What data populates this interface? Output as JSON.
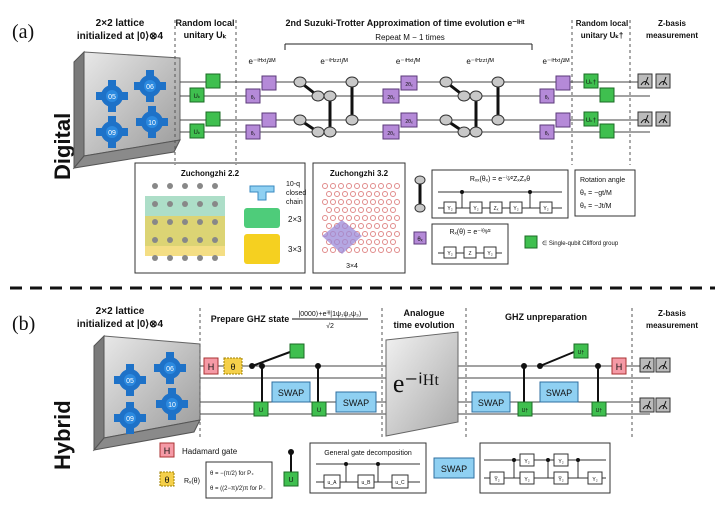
{
  "colors": {
    "purple": "#b58ad8",
    "green": "#3fbf4f",
    "blue_swap": "#8fd0f2",
    "pink_h": "#f59aa6",
    "yellow_theta": "#f5d04a",
    "chip_blue": "#1e72c8",
    "grey_box": "#c8c8c8"
  },
  "panel_a": {
    "label": "(a)",
    "side_label": "Digital",
    "lattice_title_1": "2×2 lattice",
    "lattice_title_2": "initialized at |0⟩⊗4",
    "random_local_title_1": "Random local",
    "random_local_title_2": "unitary Uₖ",
    "trotter_title": "2nd Suzuki-Trotter Approximation of time evolution e⁻ⁱᴴᵗ",
    "repeat_label": "Repeat M − 1 times",
    "random_local_dag_title_1": "Random local",
    "random_local_dag_title_2": "unitary Uₖ†",
    "z_basis_title_1": "Z-basis",
    "z_basis_title_2": "measurement",
    "exp_first": "e⁻ⁱᴴˣᵗ/²ᴹ",
    "exp_mid1": "e⁻ⁱᴴᶻᶻᵗ/ᴹ",
    "exp_mid2": "e⁻ⁱᴴˣᵗ/ᴹ",
    "exp_mid3": "e⁻ⁱᴴᶻᶻᵗ/ᴹ",
    "exp_last": "e⁻ⁱᴴˣᵗ/²ᴹ",
    "qubit_nums": [
      "05",
      "06",
      "09",
      "10"
    ],
    "gate_u": "Uₖ",
    "gate_udag": "Uₖ†",
    "gate_theta": "θₓ",
    "gate_2theta": "2θₓ",
    "chip22_title": "Zuchongzhi 2.2",
    "chip32_title": "Zuchongzhi 3.2",
    "chain_label": "10-q closed chain",
    "chain_label_1": "10-q",
    "chain_label_2": "closed",
    "chain_label_3": "chain",
    "size_23": "2×3",
    "size_33": "3×3",
    "size_34": "3×4",
    "rzz_formula": "Rₓₓ(θₓ) = e⁻ⁱᶻ⁄²ZₓZₓθ",
    "rx_formula": "Rₓ(θ) = e⁻ⁱᶿˣ⁄²",
    "gate_y2": "Y₂",
    "gate_z": "Z",
    "gate_zθ": "Zₓ",
    "rotation_title": "Rotation angle",
    "rotation_1": "θₓ = −gt/M",
    "rotation_2": "θₓ = −Jt/M",
    "clifford_label": "∈ Single-qubit Clifford group"
  },
  "panel_b": {
    "label": "(b)",
    "side_label": "Hybrid",
    "lattice_title_1": "2×2 lattice",
    "lattice_title_2": "initialized at |0⟩⊗4",
    "ghz_title": "Prepare GHZ state",
    "ghz_formula_num": "|0000⟩+eⁱᶿ|1ψ₁ψ₂ψ₃⟩",
    "ghz_formula_den": "√2",
    "analogue_title_1": "Analogue",
    "analogue_title_2": "time evolution",
    "analogue_box": "e⁻ⁱᴴᵗ",
    "unprep_title": "GHZ unpreparation",
    "z_basis_title_1": "Z-basis",
    "z_basis_title_2": "measurement",
    "qubit_nums": [
      "05",
      "06",
      "09",
      "10"
    ],
    "gate_h": "H",
    "gate_theta": "θ",
    "gate_u": "U",
    "gate_udag": "U†",
    "swap": "SWAP",
    "legend_h": "Hadamard gate",
    "legend_rx": "Rₓ(θ)",
    "legend_theta_1": "θ = −(π/2) for P₊",
    "legend_theta_2": "θ = ((2−π)/2)π for P₋",
    "general_title": "General gate decomposition",
    "uA": "u_A",
    "uB": "u_B",
    "uC": "u_C",
    "gate_y2": "Y₂",
    "gate_y2b": "Y̅₂"
  }
}
